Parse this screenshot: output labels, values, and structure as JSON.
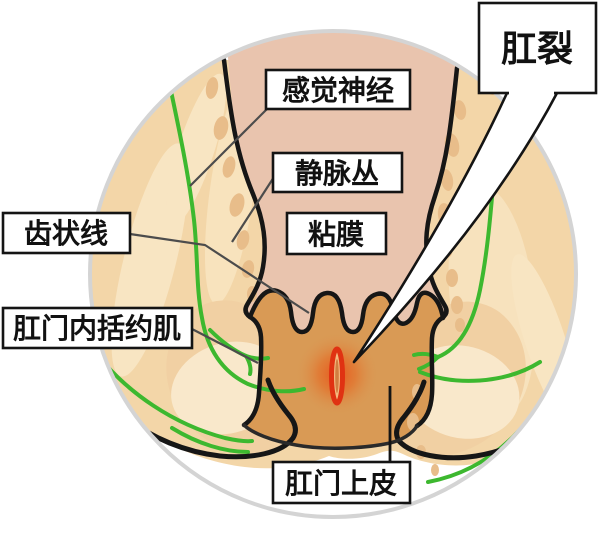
{
  "figure": {
    "type": "anatomical-diagram",
    "labels": {
      "sensory_nerve": "感觉神经",
      "venous_plexus": "静脉丛",
      "mucosa": "粘膜",
      "dentate_line": "齿状线",
      "internal_anal_sphincter": "肛门内括约肌",
      "anal_fissure": "肛裂",
      "anal_epithelium": "肛门上皮"
    },
    "colors": {
      "mucosa_pink": "#e9c4ae",
      "tissue_cream": "#f3d6a8",
      "tissue_light": "#f8e5c2",
      "spot_tan": "#e8bd8a",
      "canal_orange": "#d99a55",
      "fissure_red": "#e03212",
      "fissure_core": "#f5b97e",
      "nerve_green": "#3db82f",
      "outline_black": "#161616",
      "pointer_gray": "#4c4c4c",
      "rim_gray": "#d4d4d4",
      "buttock_tan": "#f1d0a3",
      "highlight_cream": "#f9e8cb"
    }
  }
}
